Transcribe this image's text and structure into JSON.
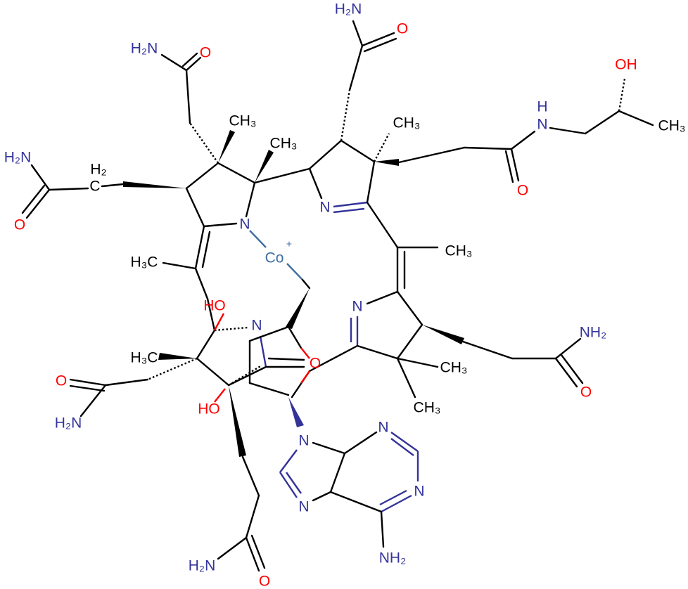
{
  "title": "Adenosylcobinamide structure",
  "colors": {
    "carbon": "#000000",
    "nitrogen": "#33339a",
    "oxygen": "#ff0000",
    "cobalt": "#3f6f9f"
  },
  "labels": {
    "nh2_top": "H₂N",
    "o_top": "O",
    "nh2_ul": "H₂N",
    "o_ul": "O",
    "oh_r": "OH",
    "h_amide": "H",
    "n_amide": "N",
    "ch3_r": "CH₃",
    "ch3_a1": "CH₃",
    "ch3_b": "CH₃",
    "ch3_a2": "CH₃",
    "nh2_left": "H₂N",
    "h2": "H₂",
    "c_ch2": "C",
    "o_left": "O",
    "n_a": "N",
    "n_b": "N",
    "o_r2": "O",
    "co": "Co",
    "co_charge": "+",
    "ch3_meso": "CH₃",
    "h3c_a": "H₃C",
    "ho_1": "HO",
    "n_d": "N",
    "n_c": "N",
    "o_mid": "O",
    "h3c_d": "H₃C",
    "ch3_c1": "CH₃",
    "nh2_r": "NH₂",
    "o_ll": "O",
    "nh2_ll": "H₂N",
    "ho_2": "HO",
    "ch3_c2": "CH₃",
    "o_r3": "O",
    "n9": "N",
    "n3": "N",
    "n1": "N",
    "n7": "N",
    "nh2_ad": "NH₂",
    "nh2_bot": "H₂N",
    "o_bot": "O"
  }
}
